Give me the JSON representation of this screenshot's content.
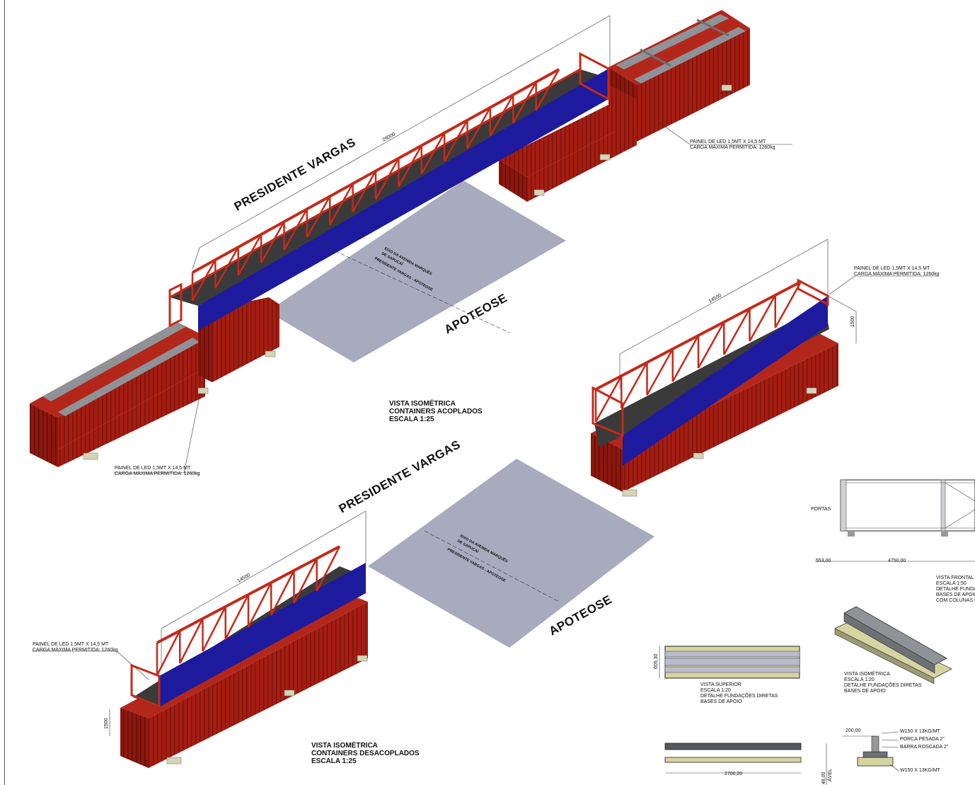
{
  "street_labels": {
    "top": "PRESIDENTE VARGAS",
    "bottom": "PRESIDENTE VARGAS",
    "apoteose_top": "APOTEOSE",
    "apoteose_bottom": "APOTEOSE"
  },
  "axis_labels": {
    "line1": "EIXO DA AVENIDA MARQUÊS",
    "line2": "DE SAPUCAÍ",
    "line3": "PRESIDENTE VARGAS - APOTEOSE"
  },
  "led_note": {
    "line1": "PAINEL DE LED 1,5MT X 14,5 MT",
    "line2": "CARGA MÁXIMA PERMITIDA: 1260kg"
  },
  "dimensions": {
    "top_span": "29000",
    "right_span": "14500",
    "right_height": "1500",
    "bottom_span": "14500",
    "bottom_height": "1500",
    "detail_605": "605,30",
    "detail_553": "553,00",
    "detail_4750": "4750,00",
    "detail_2700": "2700,00",
    "detail_200": "200,00",
    "detail_48": "48,00"
  },
  "view_coupled": {
    "line1": "VISTA ISOMÉTRICA",
    "line2": "CONTAINERS ACOPLADOS",
    "line3": "ESCALA 1:25"
  },
  "view_uncoupled": {
    "line1": "VISTA ISOMÉTRICA",
    "line2": "CONTAINERS DESACOPLADOS",
    "line3": "ESCALA 1:25"
  },
  "detail_top": {
    "line1": "VISTA SUPERIOR",
    "line2": "ESCALA 1:20",
    "line3": "DETALHE FUNDAÇÕES DIRETAS",
    "line4": "BASES DE APOIO"
  },
  "detail_iso": {
    "line1": "VISTA ISOMÉTRICA",
    "line2": "ESCALA 1:20",
    "line3": "DETALHE FUNDAÇÕES DIRETAS",
    "line4": "BASES DE APOIO"
  },
  "detail_front": {
    "line1": "VISTA FRONTAL",
    "line2": "ESCALA 1:50",
    "line3": "DETALHE FUNDAÇ",
    "line4": "BASES DE APOIO",
    "line5": "COM COLUNAS I"
  },
  "portas_label": "PORTAS",
  "section_labels": {
    "w150_top": "W150 X 13KG/MT",
    "porca": "PORCA PESADA 2\"",
    "barra": "BARRA ROSCADA 2\"",
    "w150_bottom": "W150 X 13KG/MT",
    "cut_a": "ÁVEL"
  },
  "colors": {
    "container": "#a51d12",
    "truss": "#c42a1a",
    "led_panel": "#1e1a9e",
    "road": "#a8aabd",
    "gray_beam": "#8f9296"
  }
}
